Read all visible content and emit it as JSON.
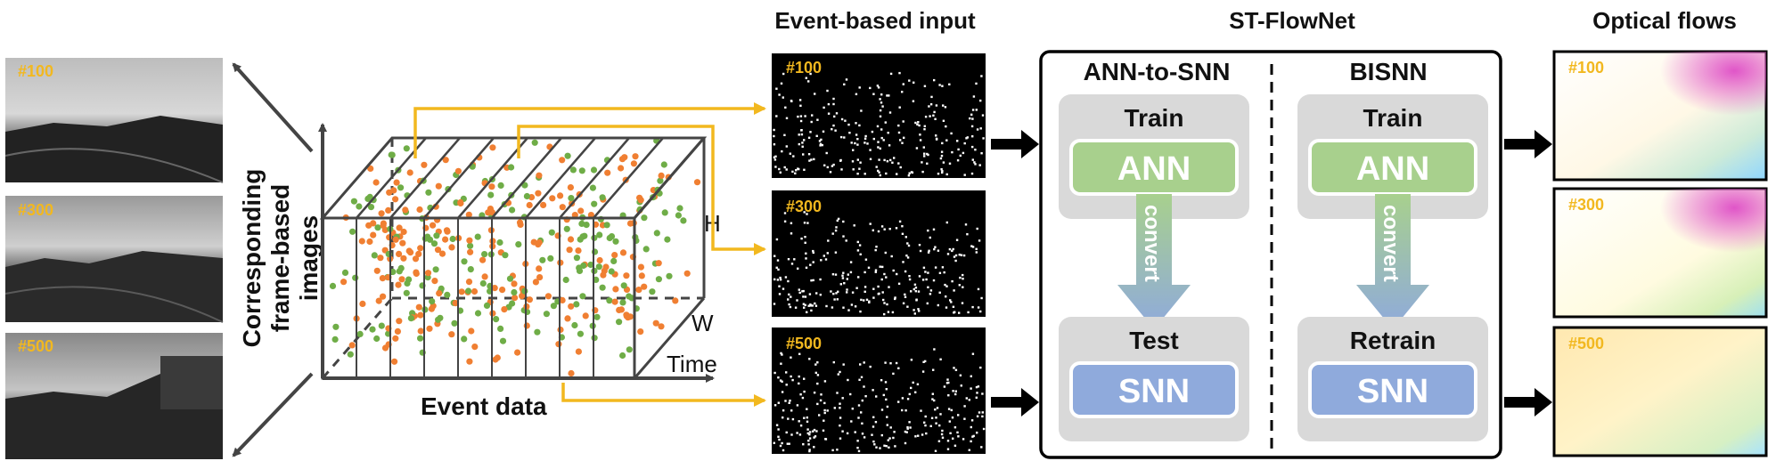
{
  "headings": {
    "event_input": "Event-based input",
    "st_flownet": "ST-FlowNet",
    "optical_flows": "Optical flows"
  },
  "frame_numbers": [
    "#100",
    "#300",
    "#500"
  ],
  "side_label_lines": [
    "Corresponding",
    "frame-based",
    "images"
  ],
  "cube": {
    "axis_h": "H",
    "axis_w": "W",
    "axis_time": "Time",
    "caption": "Event data"
  },
  "flownet": {
    "left_title": "ANN-to-SNN",
    "right_title": "BISNN",
    "left_top_stage": "Train",
    "left_bottom_stage": "Test",
    "right_top_stage": "Train",
    "right_bottom_stage": "Retrain",
    "ann_label": "ANN",
    "snn_label": "SNN",
    "convert_label": "convert"
  },
  "colors": {
    "event_orange": "#f07f32",
    "event_green": "#6fad47",
    "arrow_yellow": "#f2b81f",
    "ann_green": "#a8d08d",
    "snn_blue": "#8faadc",
    "panel_gray": "#d9d9d9",
    "frame_label": "#f2b81f"
  }
}
